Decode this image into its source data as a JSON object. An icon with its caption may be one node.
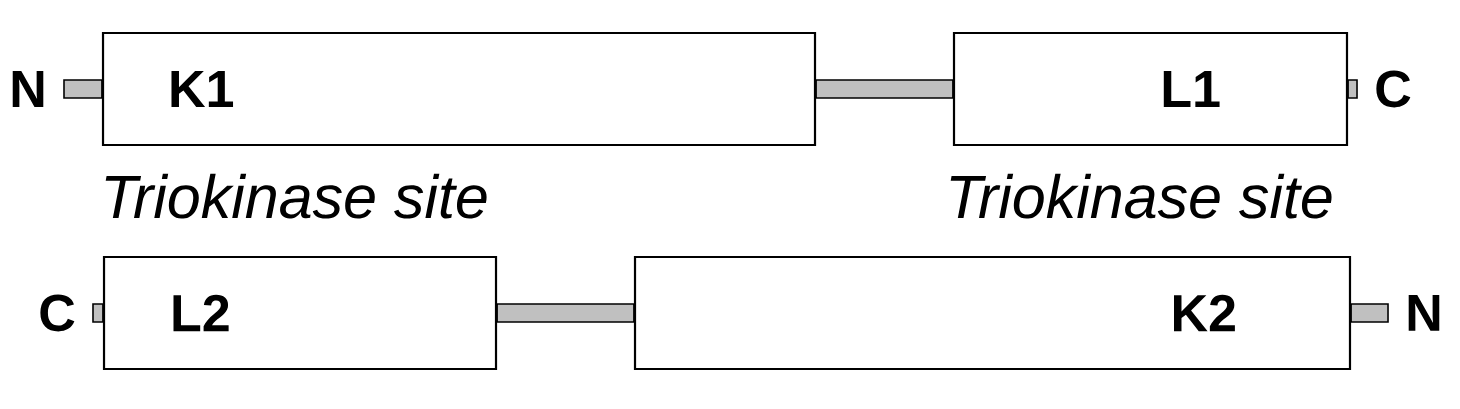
{
  "diagram": {
    "nodes": [
      {
        "text": [
          "N"
        ]
      },
      {
        "text": [
          "K1"
        ],
        "beside": [
          "Triokinase site"
        ]
      },
      {
        "text": [
          "L1"
        ],
        "beside": [
          "Triokinase site"
        ]
      },
      {
        "text": [
          "C"
        ]
      },
      {
        "text": [
          "C"
        ]
      },
      {
        "text": [
          "L2"
        ]
      },
      {
        "text": [
          "K2"
        ]
      },
      {
        "text": [
          "N"
        ]
      }
    ],
    "edges": [
      {
        "from": 0,
        "to": 1,
        "arrow": "none"
      },
      {
        "from": 1,
        "to": 2,
        "arrow": "none"
      },
      {
        "from": 2,
        "to": 3,
        "arrow": "none"
      },
      {
        "from": 4,
        "to": 5,
        "arrow": "none"
      },
      {
        "from": 5,
        "to": 6,
        "arrow": "none"
      },
      {
        "from": 6,
        "to": 7,
        "arrow": "none"
      }
    ]
  }
}
